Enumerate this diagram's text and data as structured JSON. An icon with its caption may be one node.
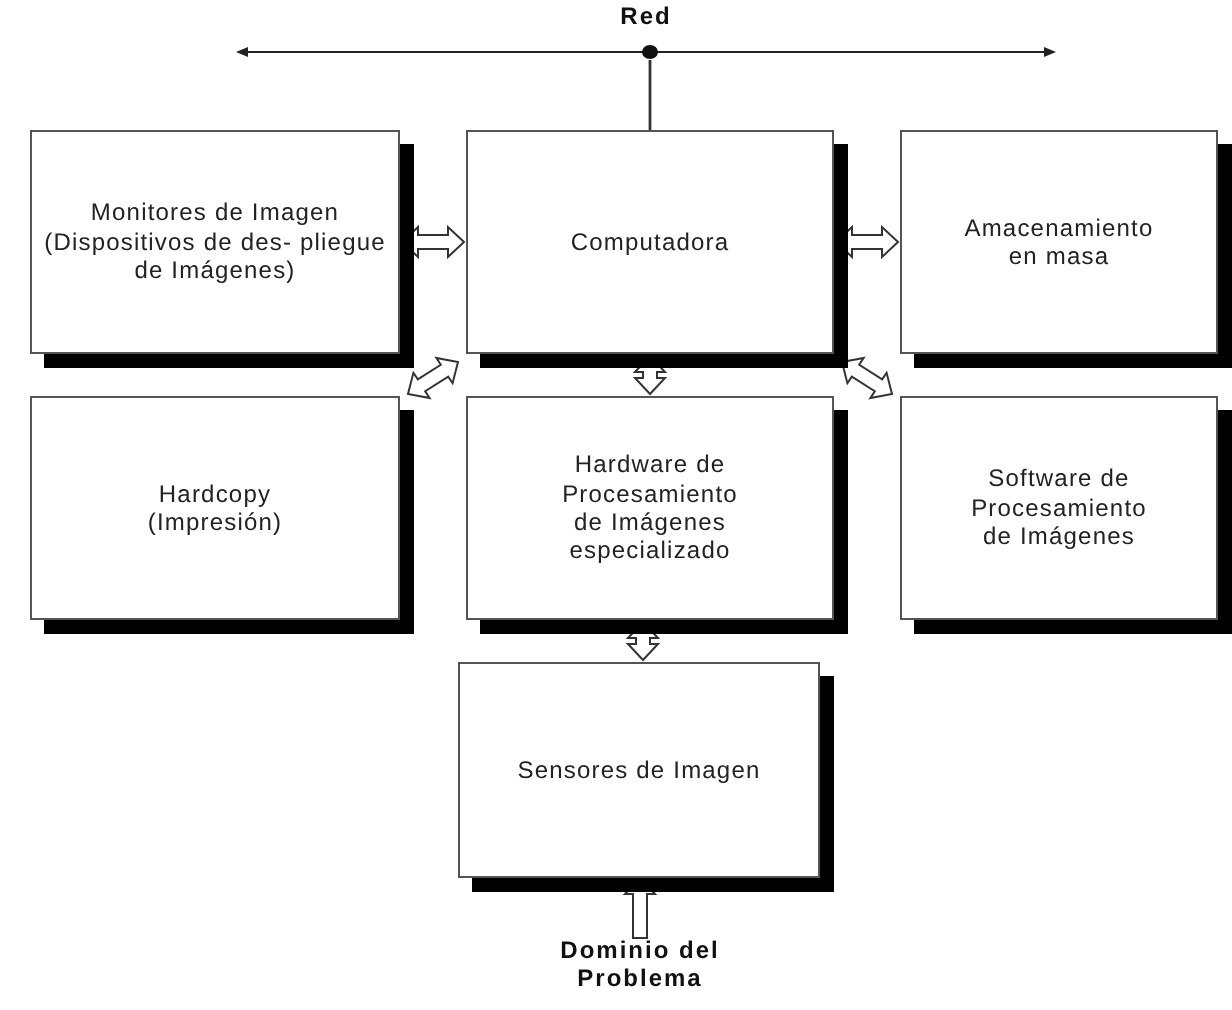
{
  "diagram": {
    "nodes": [
      {
        "text": [
          "Red"
        ]
      },
      {
        "text": [
          "Monitores de Imagen (Dispositivos de des- pliegue de Imágenes)"
        ]
      },
      {
        "text": [
          "Computadora"
        ]
      },
      {
        "text": [
          "Amacenamiento en masa"
        ]
      },
      {
        "text": [
          "Hardcopy (Impresión)"
        ]
      },
      {
        "text": [
          "Hardware de Procesamiento de Imágenes especializado"
        ]
      },
      {
        "text": [
          "Software de Procesamiento de Imágenes"
        ]
      },
      {
        "text": [
          "Sensores de Imagen"
        ]
      },
      {
        "text": [
          "Dominio del Problema"
        ]
      }
    ],
    "edges": [
      {
        "from": 2,
        "to": 0,
        "arrow": "none"
      },
      {
        "from": 1,
        "to": 2,
        "arrow": "both"
      },
      {
        "from": 2,
        "to": 3,
        "arrow": "both"
      },
      {
        "from": 2,
        "to": 4,
        "arrow": "both"
      },
      {
        "from": 2,
        "to": 5,
        "arrow": "both"
      },
      {
        "from": 2,
        "to": 6,
        "arrow": "both"
      },
      {
        "from": 5,
        "to": 7,
        "arrow": "both"
      },
      {
        "from": 8,
        "to": 7,
        "arrow": "to"
      }
    ]
  }
}
